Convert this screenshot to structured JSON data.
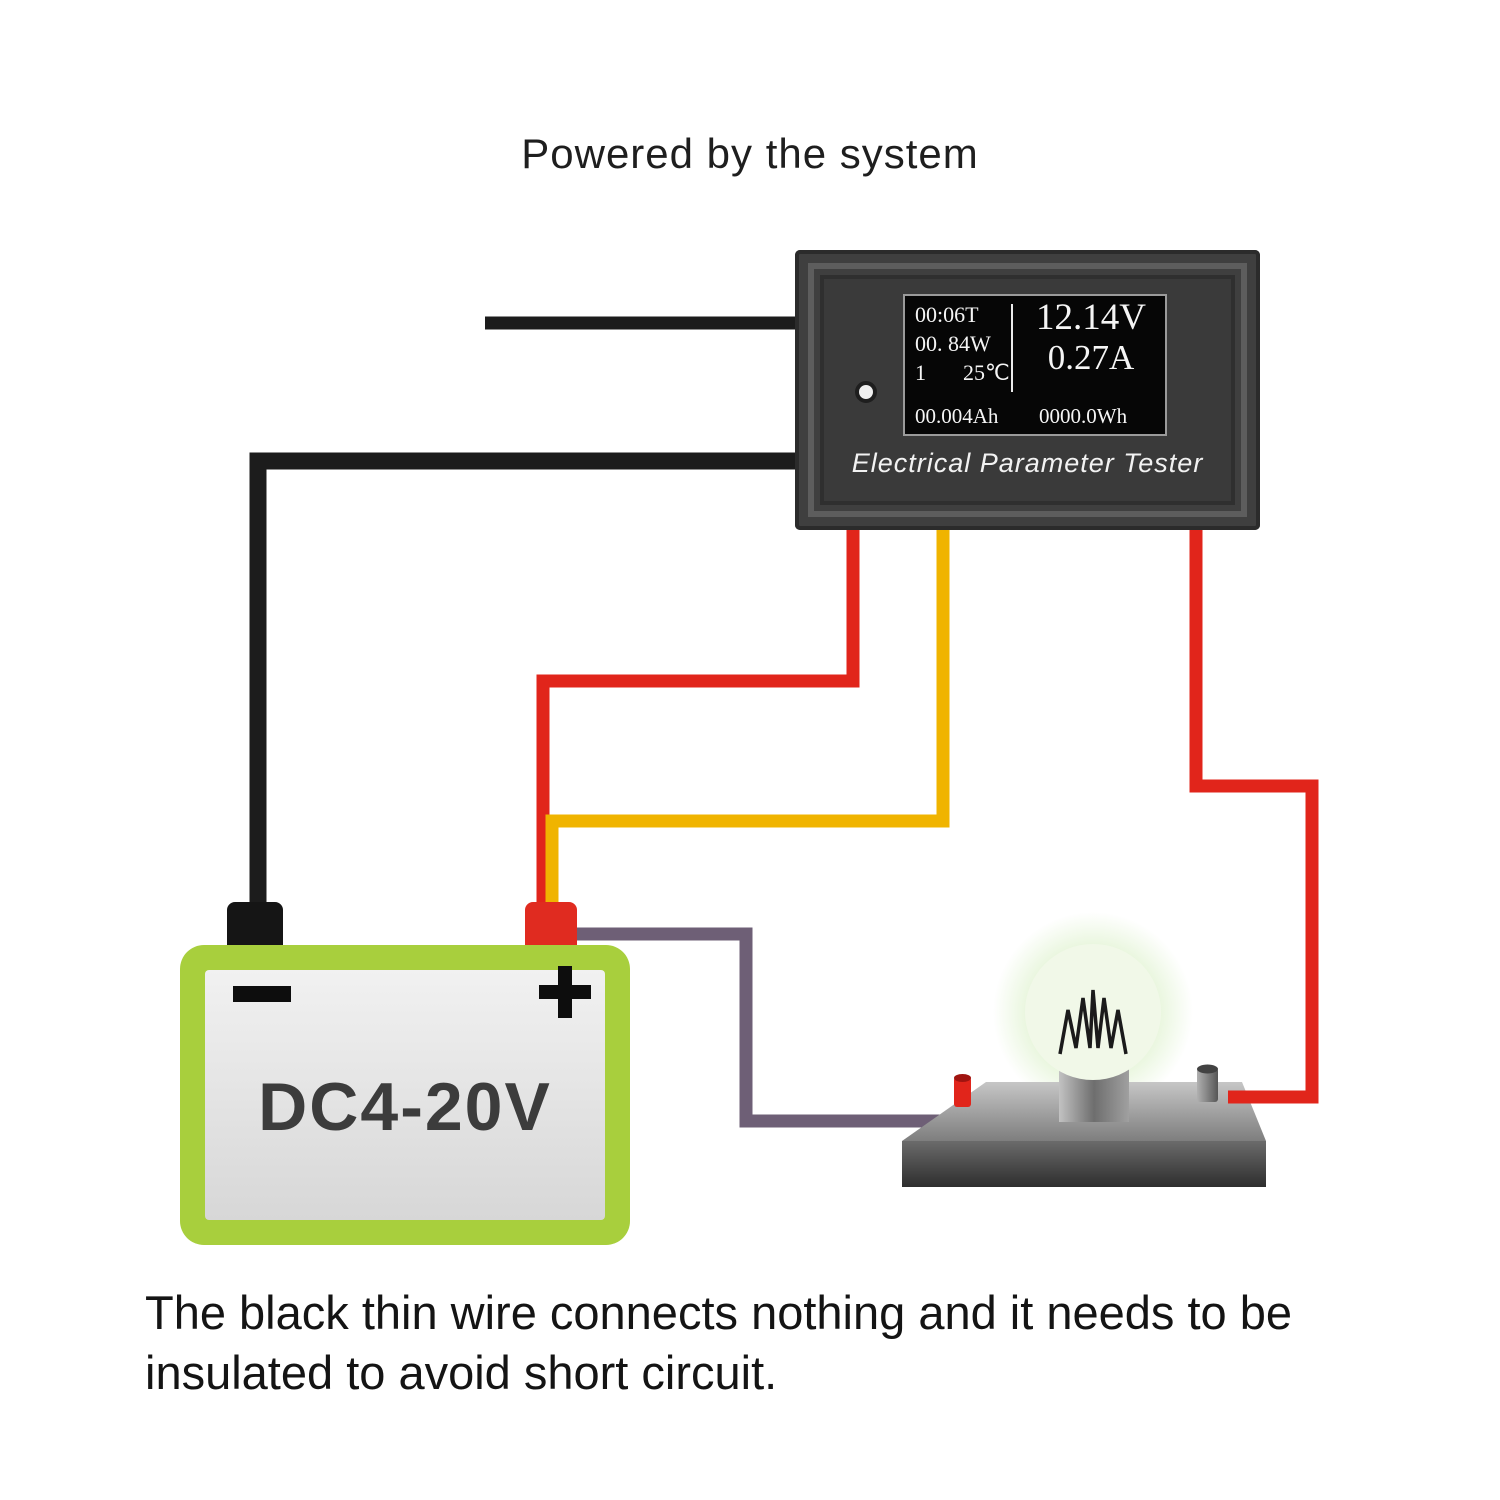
{
  "title": "Powered by the system",
  "tester": {
    "label": "Electrical Parameter Tester",
    "display": {
      "time": "00:06T",
      "power": "00. 84W",
      "mode": "1",
      "temperature": "25℃",
      "voltage": "12.14V",
      "current": "0.27A",
      "capacity": "00.004Ah",
      "energy": "0000.0Wh"
    }
  },
  "battery": {
    "label": "DC4-20V"
  },
  "note": {
    "line1": "The black thin wire connects nothing and it needs to be",
    "line2": "insulated to avoid short circuit."
  },
  "colors": {
    "wire_black": "#1c1c1c",
    "wire_red": "#e1251b",
    "wire_yellow": "#f0b400",
    "wire_purple": "#6e5f76",
    "battery_body": "#a8cf3d",
    "battery_terminal_black": "#151515",
    "battery_terminal_red": "#e02b20",
    "device_body": "#3f3f3f",
    "screen_bg": "#060606",
    "screen_text": "#f5f5f5",
    "bulb_glow": "#cde9b5",
    "platform_gray": "#8f8f8f"
  }
}
